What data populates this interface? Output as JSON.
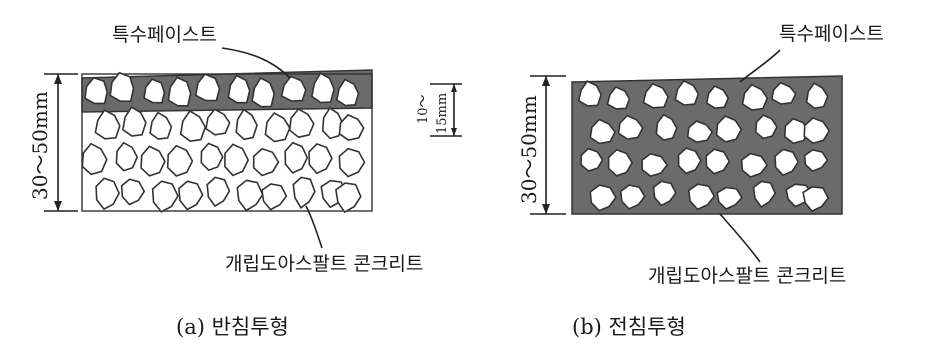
{
  "panel_a": {
    "top_label": "특수페이스트",
    "thickness_label": "30～50mm",
    "bottom_label": "개립도아스팔트 콘크리트",
    "caption": "(a) 반침투형"
  },
  "panel_b": {
    "top_label": "특수페이스트",
    "penetration_label_1": "10～",
    "penetration_label_2": "15mm",
    "thickness_label": "30～50mm",
    "bottom_label": "개립도아스팔트 콘크리트",
    "caption": "(b) 전침투형"
  },
  "colors": {
    "paste": "#6b6b6b",
    "aggregate": "#ffffff",
    "ink": "#1a1a1a"
  }
}
